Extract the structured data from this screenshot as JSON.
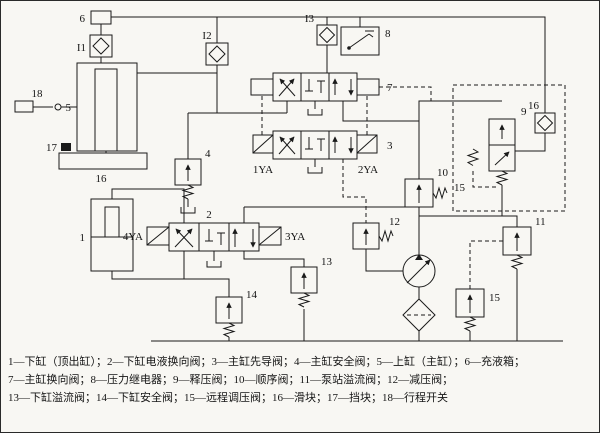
{
  "diagram": {
    "labels": {
      "n6": "6",
      "i1": "I1",
      "n18": "18",
      "n5": "5",
      "n17": "17",
      "n16": "16",
      "i2": "I2",
      "i3": "I3",
      "n8": "8",
      "n7": "7",
      "n3": "3",
      "ya1": "1YA",
      "ya2": "2YA",
      "n4": "4",
      "n9": "9",
      "i6": "16",
      "n15a": "15",
      "n10": "10",
      "n12": "12",
      "n2": "2",
      "ya4": "4YA",
      "ya3": "3YA",
      "n1": "1",
      "n13": "13",
      "n14": "14",
      "n11": "11",
      "n15b": "15"
    }
  },
  "legend": {
    "line1": "1—下缸（顶出缸）；2—下缸电液换向阀；3—主缸先导阀；4—主缸安全阀；5—上缸（主缸）；6—充液箱；",
    "line2": "7—主缸换向阀；8—压力继电器；9—释压阀；10—顺序阀；11—泵站溢流阀；12—减压阀；",
    "line3": "13—下缸溢流阀；14—下缸安全阀；15—远程调压阀；16—滑块；17—挡块；18—行程开关"
  },
  "colors": {
    "line": "#1a1a1a",
    "background": "#f8f7f3"
  }
}
